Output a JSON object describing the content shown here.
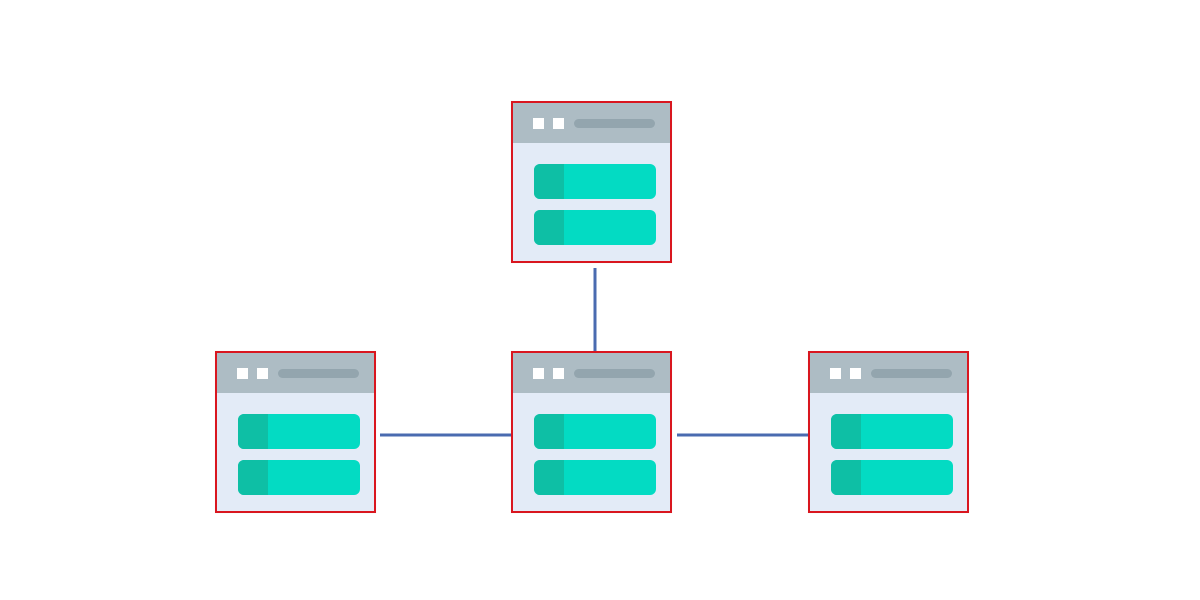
{
  "diagram": {
    "type": "network-topology",
    "nodes": [
      {
        "id": "top",
        "icon": "browser-window-icon"
      },
      {
        "id": "left",
        "icon": "browser-window-icon"
      },
      {
        "id": "center",
        "icon": "browser-window-icon"
      },
      {
        "id": "right",
        "icon": "browser-window-icon"
      }
    ],
    "edges": [
      {
        "from": "top",
        "to": "center"
      },
      {
        "from": "left",
        "to": "center"
      },
      {
        "from": "center",
        "to": "right"
      }
    ]
  },
  "colors": {
    "node_border": "#d9161f",
    "window_body": "#e3ebf7",
    "title_bar": "#adbcc4",
    "address_bar": "#93a5ae",
    "row": "#03dbc3",
    "row_tab": "#0ebfa5",
    "connector": "#4a6bb0"
  }
}
